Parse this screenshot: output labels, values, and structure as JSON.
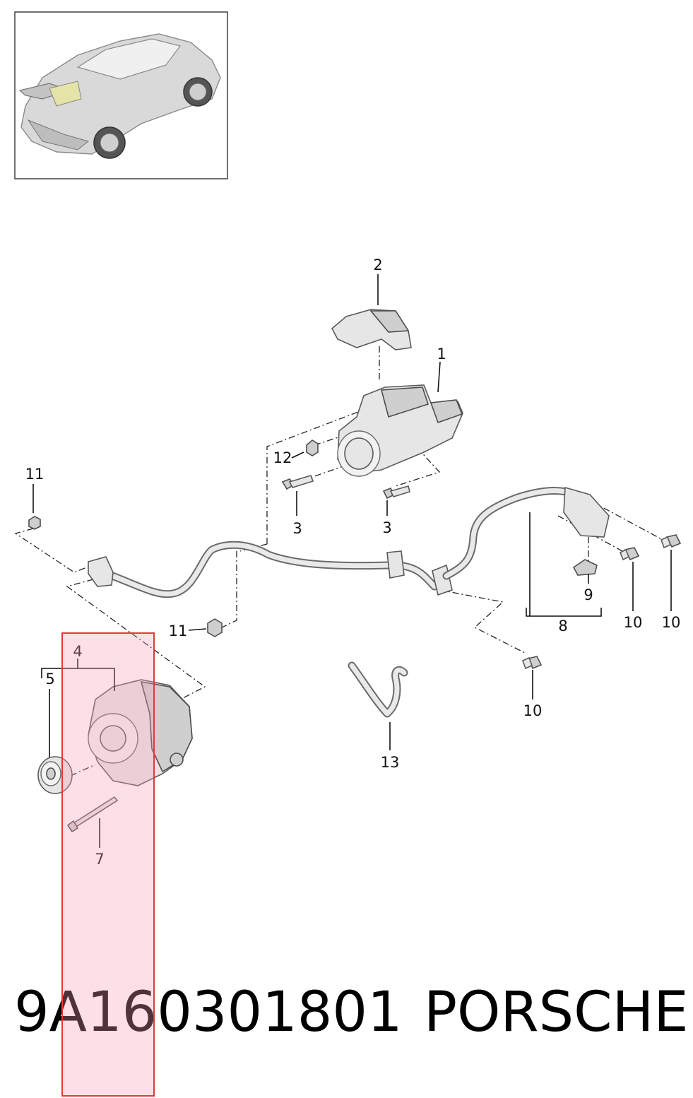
{
  "footer": {
    "part_number": "9A160301801",
    "brand": "PORSCHE"
  },
  "callouts": {
    "c1": "1",
    "c2": "2",
    "c3a": "3",
    "c3b": "3",
    "c4": "4",
    "c5": "5",
    "c7": "7",
    "c8": "8",
    "c9": "9",
    "c10a": "10",
    "c10b": "10",
    "c10c": "10",
    "c11a": "11",
    "c11b": "11",
    "c12": "12",
    "c13": "13"
  },
  "highlight": {
    "color": "#e23a3a"
  }
}
